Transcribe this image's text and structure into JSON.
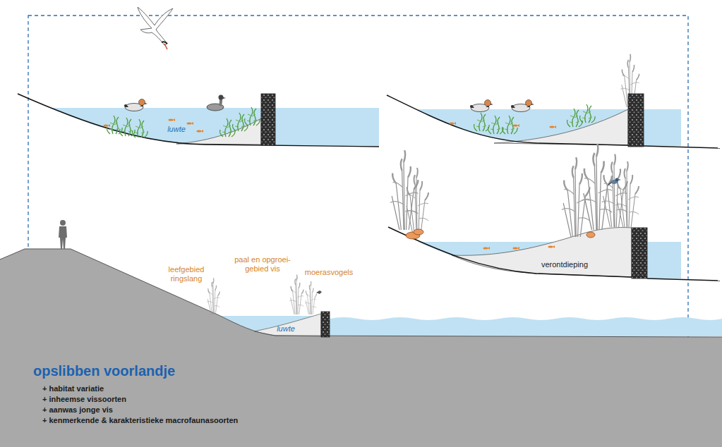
{
  "diagram": {
    "title": "opslibben voorlandje",
    "labels": [
      "luwte",
      "luwte",
      "leefgebied ringslang",
      "paal en opgroei- gebied vis",
      "moerasvogels",
      "verontdieping",
      "+ habitat variatie",
      "+ inheemse vissoorten",
      "+ aanwas jonge vis",
      "+ kenmerkende & karakteristieke macrofaunasoorten"
    ]
  }
}
